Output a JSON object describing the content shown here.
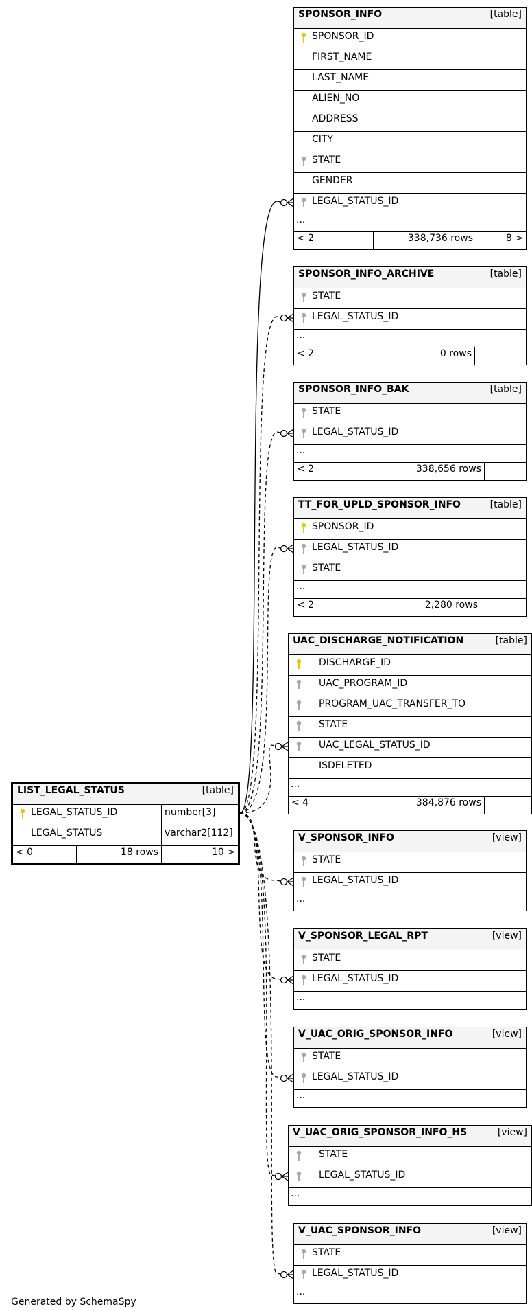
{
  "footer_text": "Generated by SchemaSpy",
  "colors": {
    "primary_key": "#e6c800",
    "foreign_key": "#a8a8a8",
    "header_bg": "#f4f4f4",
    "line": "#000000"
  },
  "main_table": {
    "name": "LIST_LEGAL_STATUS",
    "kind": "[table]",
    "columns": [
      {
        "name": "LEGAL_STATUS_ID",
        "type": "number[3]",
        "key": "primary-key-icon"
      },
      {
        "name": "LEGAL_STATUS",
        "type": "varchar2[112]",
        "key": ""
      }
    ],
    "footer": {
      "parents": "< 0",
      "rows": "18 rows",
      "children": "10 >"
    }
  },
  "tables": [
    {
      "name": "SPONSOR_INFO",
      "kind": "[table]",
      "columns": [
        {
          "name": "SPONSOR_ID",
          "key": "primary-key-icon"
        },
        {
          "name": "FIRST_NAME",
          "key": ""
        },
        {
          "name": "LAST_NAME",
          "key": ""
        },
        {
          "name": "ALIEN_NO",
          "key": ""
        },
        {
          "name": "ADDRESS",
          "key": ""
        },
        {
          "name": "CITY",
          "key": ""
        },
        {
          "name": "STATE",
          "key": "foreign-key-icon"
        },
        {
          "name": "GENDER",
          "key": ""
        },
        {
          "name": "LEGAL_STATUS_ID",
          "key": "foreign-key-icon"
        }
      ],
      "more": "...",
      "footer": {
        "parents": "< 2",
        "rows": "338,736 rows",
        "children": "8 >"
      },
      "relation": "solid"
    },
    {
      "name": "SPONSOR_INFO_ARCHIVE",
      "kind": "[table]",
      "columns": [
        {
          "name": "STATE",
          "key": "foreign-key-icon"
        },
        {
          "name": "LEGAL_STATUS_ID",
          "key": "foreign-key-icon"
        }
      ],
      "more": "...",
      "footer": {
        "parents": "< 2",
        "rows": "0 rows",
        "children": ""
      },
      "relation": "dashed"
    },
    {
      "name": "SPONSOR_INFO_BAK",
      "kind": "[table]",
      "columns": [
        {
          "name": "STATE",
          "key": "foreign-key-icon"
        },
        {
          "name": "LEGAL_STATUS_ID",
          "key": "foreign-key-icon"
        }
      ],
      "more": "...",
      "footer": {
        "parents": "< 2",
        "rows": "338,656 rows",
        "children": ""
      },
      "relation": "dashed"
    },
    {
      "name": "TT_FOR_UPLD_SPONSOR_INFO",
      "kind": "[table]",
      "columns": [
        {
          "name": "SPONSOR_ID",
          "key": "primary-key-icon"
        },
        {
          "name": "LEGAL_STATUS_ID",
          "key": "foreign-key-icon"
        },
        {
          "name": "STATE",
          "key": "foreign-key-icon"
        }
      ],
      "more": "...",
      "footer": {
        "parents": "< 2",
        "rows": "2,280 rows",
        "children": ""
      },
      "relation": "dashed"
    },
    {
      "name": "UAC_DISCHARGE_NOTIFICATION",
      "kind": "[table]",
      "columns": [
        {
          "name": "DISCHARGE_ID",
          "key": "primary-key-icon"
        },
        {
          "name": "UAC_PROGRAM_ID",
          "key": "foreign-key-icon"
        },
        {
          "name": "PROGRAM_UAC_TRANSFER_TO",
          "key": "foreign-key-icon"
        },
        {
          "name": "STATE",
          "key": "foreign-key-icon"
        },
        {
          "name": "UAC_LEGAL_STATUS_ID",
          "key": "foreign-key-icon"
        },
        {
          "name": "ISDELETED",
          "key": ""
        }
      ],
      "more": "...",
      "footer": {
        "parents": "< 4",
        "rows": "384,876 rows",
        "children": ""
      },
      "relation": "dashed"
    },
    {
      "name": "V_SPONSOR_INFO",
      "kind": "[view]",
      "columns": [
        {
          "name": "STATE",
          "key": "foreign-key-icon"
        },
        {
          "name": "LEGAL_STATUS_ID",
          "key": "foreign-key-icon"
        }
      ],
      "more": "...",
      "footer": null,
      "relation": "dashed"
    },
    {
      "name": "V_SPONSOR_LEGAL_RPT",
      "kind": "[view]",
      "columns": [
        {
          "name": "STATE",
          "key": "foreign-key-icon"
        },
        {
          "name": "LEGAL_STATUS_ID",
          "key": "foreign-key-icon"
        }
      ],
      "more": "...",
      "footer": null,
      "relation": "dashed"
    },
    {
      "name": "V_UAC_ORIG_SPONSOR_INFO",
      "kind": "[view]",
      "columns": [
        {
          "name": "STATE",
          "key": "foreign-key-icon"
        },
        {
          "name": "LEGAL_STATUS_ID",
          "key": "foreign-key-icon"
        }
      ],
      "more": "...",
      "footer": null,
      "relation": "dashed"
    },
    {
      "name": "V_UAC_ORIG_SPONSOR_INFO_HS",
      "kind": "[view]",
      "columns": [
        {
          "name": "STATE",
          "key": "foreign-key-icon"
        },
        {
          "name": "LEGAL_STATUS_ID",
          "key": "foreign-key-icon"
        }
      ],
      "more": "...",
      "footer": null,
      "relation": "dashed"
    },
    {
      "name": "V_UAC_SPONSOR_INFO",
      "kind": "[view]",
      "columns": [
        {
          "name": "STATE",
          "key": "foreign-key-icon"
        },
        {
          "name": "LEGAL_STATUS_ID",
          "key": "foreign-key-icon"
        }
      ],
      "more": "...",
      "footer": null,
      "relation": "dashed"
    }
  ]
}
